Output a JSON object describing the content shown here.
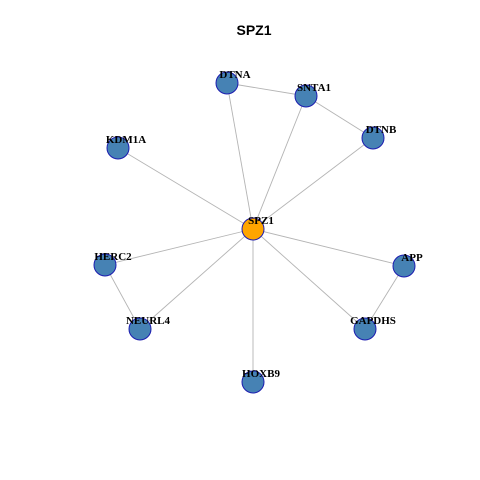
{
  "title": "SPZ1",
  "center_node": "SPZ1",
  "nodes": [
    {
      "id": "SPZ1",
      "label": "SPZ1",
      "color": "#FFA500"
    },
    {
      "id": "DTNA",
      "label": "DTNA",
      "color": "#4682B4"
    },
    {
      "id": "SNTA1",
      "label": "SNTA1",
      "color": "#4682B4"
    },
    {
      "id": "DTNB",
      "label": "DTNB",
      "color": "#4682B4"
    },
    {
      "id": "KDM1A",
      "label": "KDM1A",
      "color": "#4682B4"
    },
    {
      "id": "HERC2",
      "label": "HERC2",
      "color": "#4682B4"
    },
    {
      "id": "NEURL4",
      "label": "NEURL4",
      "color": "#4682B4"
    },
    {
      "id": "HOXB9",
      "label": "HOXB9",
      "color": "#4682B4"
    },
    {
      "id": "GAPDHS",
      "label": "GAPDHS",
      "color": "#4682B4"
    },
    {
      "id": "APP",
      "label": "APP",
      "color": "#4682B4"
    }
  ],
  "edges": [
    [
      "SPZ1",
      "DTNA"
    ],
    [
      "SPZ1",
      "SNTA1"
    ],
    [
      "SPZ1",
      "DTNB"
    ],
    [
      "SPZ1",
      "KDM1A"
    ],
    [
      "SPZ1",
      "HERC2"
    ],
    [
      "SPZ1",
      "NEURL4"
    ],
    [
      "SPZ1",
      "HOXB9"
    ],
    [
      "SPZ1",
      "GAPDHS"
    ],
    [
      "SPZ1",
      "APP"
    ],
    [
      "DTNA",
      "SNTA1"
    ],
    [
      "SNTA1",
      "DTNB"
    ],
    [
      "HERC2",
      "NEURL4"
    ],
    [
      "APP",
      "GAPDHS"
    ]
  ],
  "colors": {
    "center_node": "#FFA500",
    "neighbor_node": "#4682B4",
    "node_border": "#1C1CB0",
    "edge": "#B4B4B4"
  }
}
